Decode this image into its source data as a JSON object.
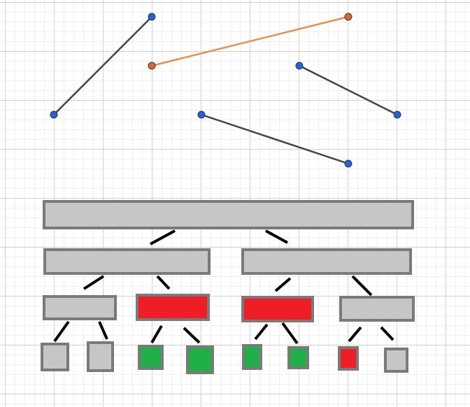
{
  "colors": {
    "background": "#ffffff",
    "grid_minor": "#eeeeee",
    "grid_major": "#d0d0d0",
    "segment_default": "#444444",
    "segment_highlight": "#e8904a",
    "point_default": "#2a62c9",
    "point_highlight": "#e06a25",
    "point_outline": "#1f3a66",
    "node_gray": "#c6c6c6",
    "node_red": "#ef1d25",
    "node_green": "#1fb04a",
    "node_border": "#7a7a7a",
    "connector": "#000000"
  },
  "segments": [
    {
      "name": "segment-1",
      "highlight": false
    },
    {
      "name": "segment-2",
      "highlight": true
    },
    {
      "name": "segment-3",
      "highlight": false
    },
    {
      "name": "segment-4",
      "highlight": false
    }
  ],
  "tree": {
    "root": {
      "state": "gray"
    },
    "level1": [
      "gray",
      "gray"
    ],
    "level2": [
      "gray",
      "red",
      "red",
      "gray"
    ],
    "leaves": [
      "gray",
      "gray",
      "green",
      "green",
      "green",
      "green",
      "red",
      "gray"
    ]
  }
}
